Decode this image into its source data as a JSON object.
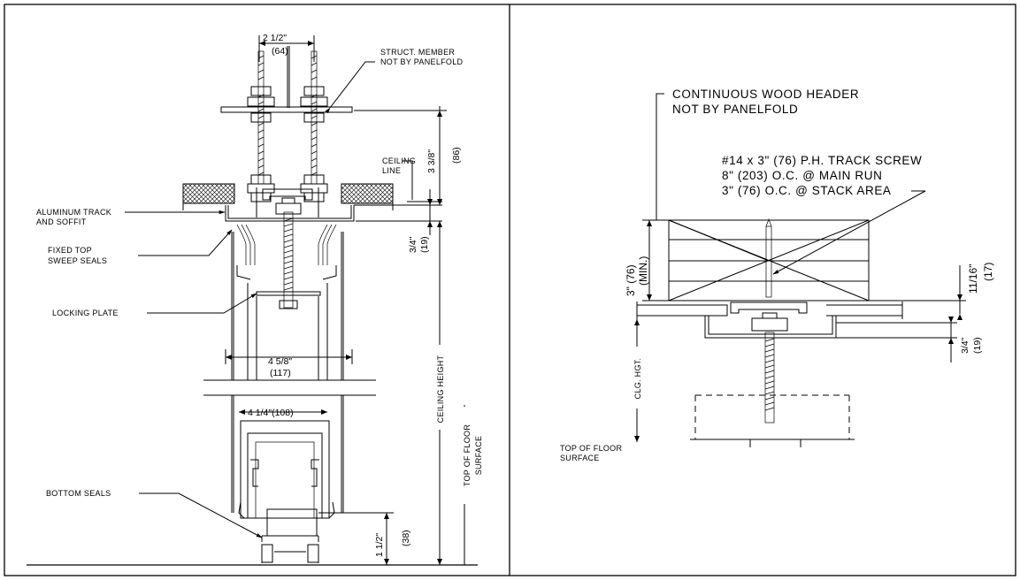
{
  "left_detail": {
    "dim_top_width": "2 1/2\"",
    "dim_top_width_mm": "(64)",
    "struct_member": [
      "STRUCT. MEMBER",
      "NOT BY PANELFOLD"
    ],
    "dim_height": "3 3/8\"",
    "dim_height_mm": "(86)",
    "ceiling_line": [
      "CEILING",
      "LINE"
    ],
    "aluminum_track": [
      "ALUMINUM TRACK",
      "AND SOFFIT"
    ],
    "dim_soffit": "3/4\"",
    "dim_soffit_mm": "(19)",
    "fixed_top_sweep": [
      "FIXED TOP",
      "SWEEP SEALS"
    ],
    "locking_plate": "LOCKING PLATE",
    "ceiling_height": "CEILING HEIGHT",
    "dim_width": "4 5/8\"",
    "dim_width_mm": "(117)",
    "dim_panel": "4 1/4\"(108)",
    "top_of_floor": [
      "TOP OF FLOOR",
      "SURFACE"
    ],
    "bottom_seals": "BOTTOM SEALS",
    "dim_bottom": "1 1/2\"",
    "dim_bottom_mm": "(38)"
  },
  "right_detail": {
    "wood_header": [
      "CONTINUOUS WOOD HEADER",
      "NOT BY PANELFOLD"
    ],
    "track_screw": [
      "#14 x 3\" (76) P.H. TRACK SCREW",
      "8\" (203) O.C. @ MAIN RUN",
      "3\" (76) O.C. @ STACK AREA"
    ],
    "dim_header": "3\" (76)",
    "dim_header_min": "(MIN.)",
    "dim_side": "11/16\"",
    "dim_side_mm": "(17)",
    "dim_soffit": "3/4\"",
    "dim_soffit_mm": "(19)",
    "clg_hgt": "CLG. HGT.",
    "top_of_floor": [
      "TOP OF FLOOR",
      "SURFACE"
    ]
  }
}
